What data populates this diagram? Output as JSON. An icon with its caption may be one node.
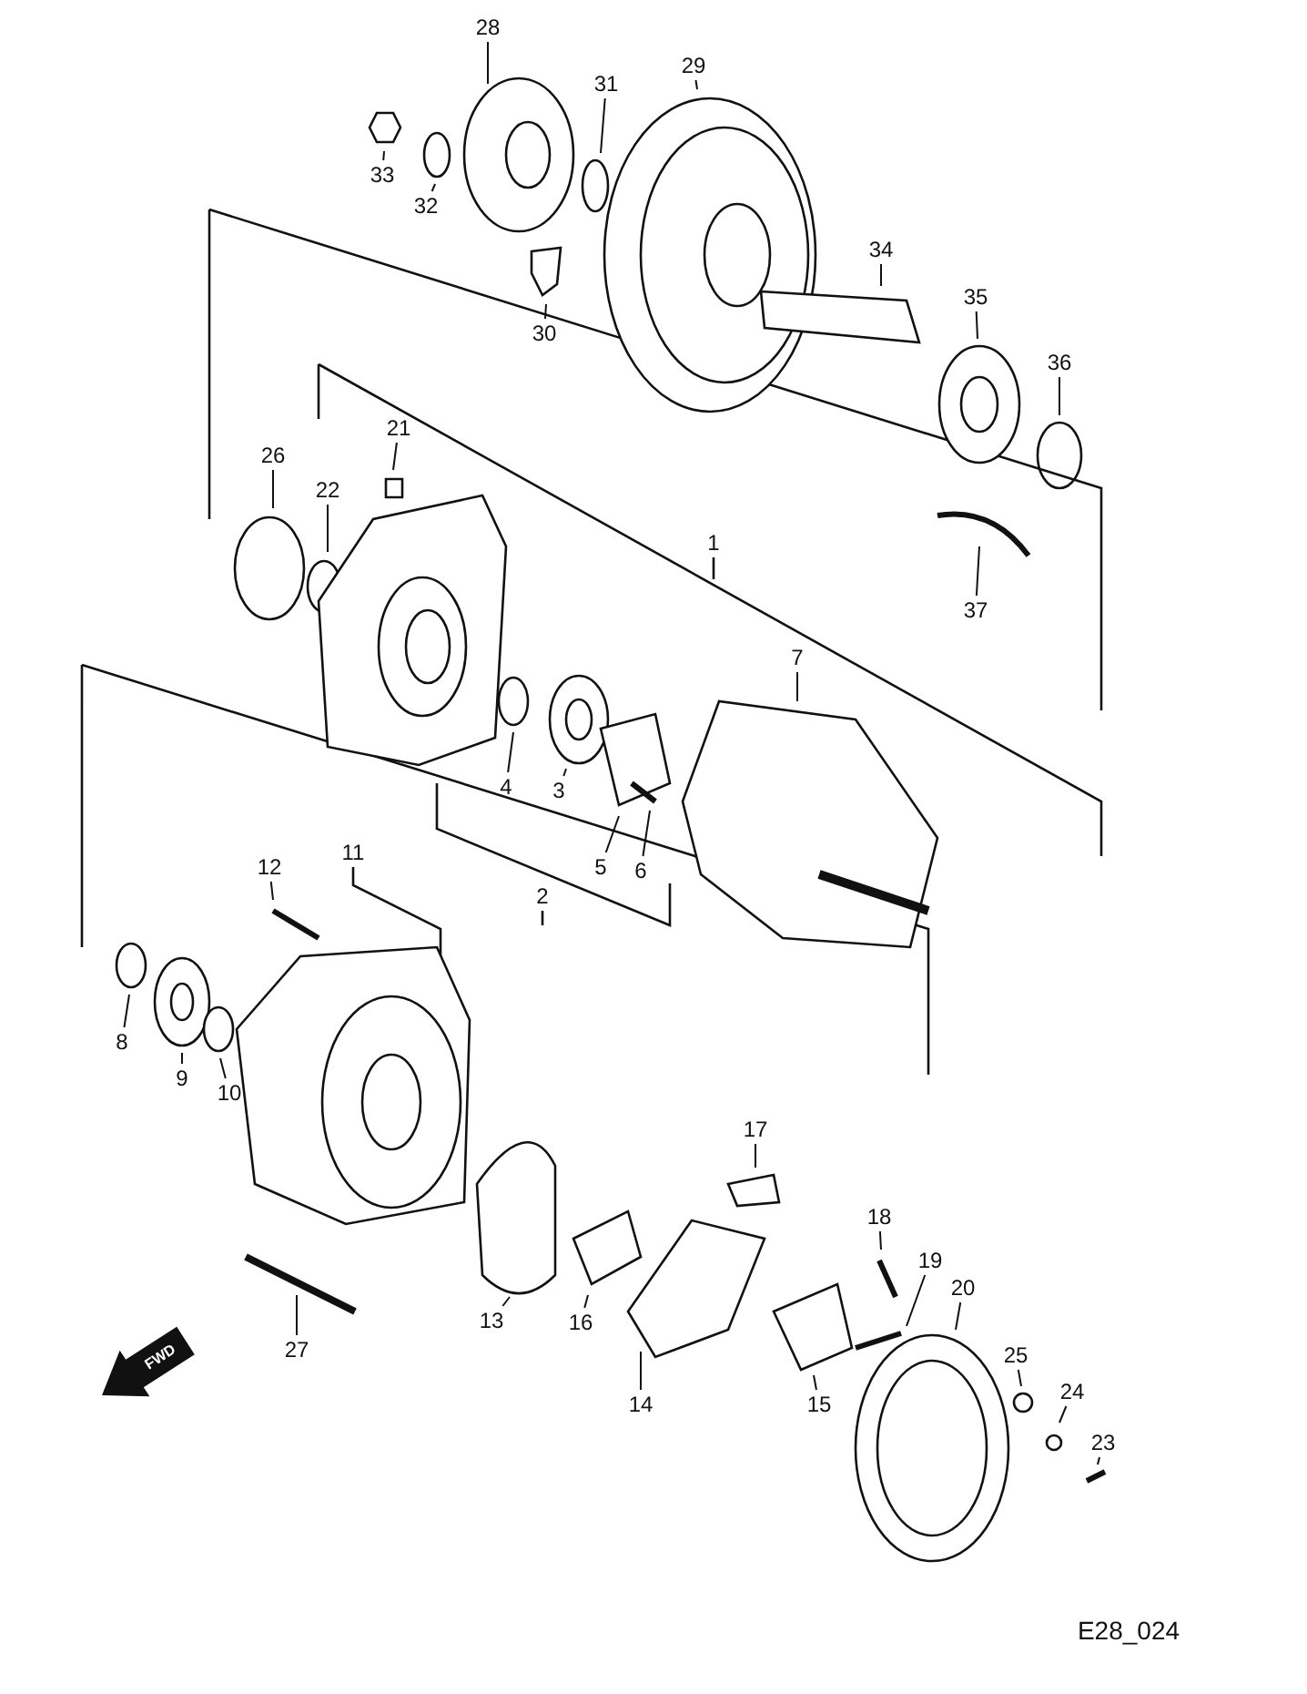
{
  "diagram": {
    "nodes": [
      {
        "text": [
          "28"
        ]
      },
      {
        "text": [
          "31"
        ]
      },
      {
        "text": [
          "29"
        ]
      },
      {
        "text": [
          "33"
        ]
      },
      {
        "text": [
          "34"
        ]
      },
      {
        "text": [
          "32"
        ]
      },
      {
        "text": [
          "35"
        ]
      },
      {
        "text": [
          "30"
        ]
      },
      {
        "text": [
          "36"
        ]
      },
      {
        "text": [
          "21"
        ]
      },
      {
        "text": [
          "26"
        ]
      },
      {
        "text": [
          "22"
        ]
      },
      {
        "text": [
          "37"
        ]
      },
      {
        "text": [
          "7"
        ]
      },
      {
        "text": [
          "3"
        ]
      },
      {
        "text": [
          "4"
        ]
      },
      {
        "text": [
          "5"
        ]
      },
      {
        "text": [
          "6"
        ]
      },
      {
        "text": [
          "12"
        ]
      },
      {
        "text": [
          "8"
        ]
      },
      {
        "text": [
          "9"
        ]
      },
      {
        "text": [
          "10"
        ]
      },
      {
        "text": [
          "17"
        ]
      },
      {
        "text": [
          "18"
        ]
      },
      {
        "text": [
          "19"
        ]
      },
      {
        "text": [
          "20"
        ]
      },
      {
        "text": [
          "13"
        ]
      },
      {
        "text": [
          "16"
        ]
      },
      {
        "text": [
          "27"
        ]
      },
      {
        "text": [
          "25"
        ]
      },
      {
        "text": [
          "24"
        ]
      },
      {
        "text": [
          "14"
        ]
      },
      {
        "text": [
          "15"
        ]
      },
      {
        "text": [
          "23"
        ]
      }
    ],
    "edges": [
      {
        "from": 0,
        "to": null,
        "arrow": "none"
      },
      {
        "from": 1,
        "to": null,
        "arrow": "none"
      },
      {
        "from": 2,
        "to": null,
        "arrow": "none"
      },
      {
        "from": 3,
        "to": null,
        "arrow": "none"
      },
      {
        "from": 4,
        "to": null,
        "arrow": "none"
      },
      {
        "from": 5,
        "to": null,
        "arrow": "none"
      },
      {
        "from": 6,
        "to": null,
        "arrow": "none"
      },
      {
        "from": 7,
        "to": null,
        "arrow": "none"
      },
      {
        "from": 8,
        "to": null,
        "arrow": "none"
      },
      {
        "from": 9,
        "to": null,
        "arrow": "none"
      },
      {
        "from": 10,
        "to": null,
        "arrow": "none"
      },
      {
        "from": 11,
        "to": null,
        "arrow": "none"
      },
      {
        "from": 12,
        "to": null,
        "arrow": "none"
      },
      {
        "from": 13,
        "to": null,
        "arrow": "none"
      },
      {
        "from": 14,
        "to": null,
        "arrow": "none"
      },
      {
        "from": 15,
        "to": null,
        "arrow": "none"
      },
      {
        "from": 16,
        "to": null,
        "arrow": "none"
      },
      {
        "from": 17,
        "to": null,
        "arrow": "none"
      },
      {
        "from": 18,
        "to": null,
        "arrow": "none"
      },
      {
        "from": 19,
        "to": null,
        "arrow": "none"
      },
      {
        "from": 20,
        "to": null,
        "arrow": "none"
      },
      {
        "from": 21,
        "to": null,
        "arrow": "none"
      },
      {
        "from": 22,
        "to": null,
        "arrow": "none"
      },
      {
        "from": 23,
        "to": null,
        "arrow": "none"
      },
      {
        "from": 24,
        "to": null,
        "arrow": "none"
      },
      {
        "from": 25,
        "to": null,
        "arrow": "none"
      },
      {
        "from": 26,
        "to": null,
        "arrow": "none"
      },
      {
        "from": 27,
        "to": null,
        "arrow": "none"
      },
      {
        "from": 28,
        "to": null,
        "arrow": "none"
      },
      {
        "from": 29,
        "to": null,
        "arrow": "none"
      },
      {
        "from": 30,
        "to": null,
        "arrow": "none"
      },
      {
        "from": 31,
        "to": null,
        "arrow": "none"
      },
      {
        "from": 32,
        "to": null,
        "arrow": "none"
      },
      {
        "from": 33,
        "to": null,
        "arrow": "none"
      }
    ],
    "labels": [
      "1",
      "2",
      "11",
      "FWD",
      "E28_024"
    ]
  }
}
